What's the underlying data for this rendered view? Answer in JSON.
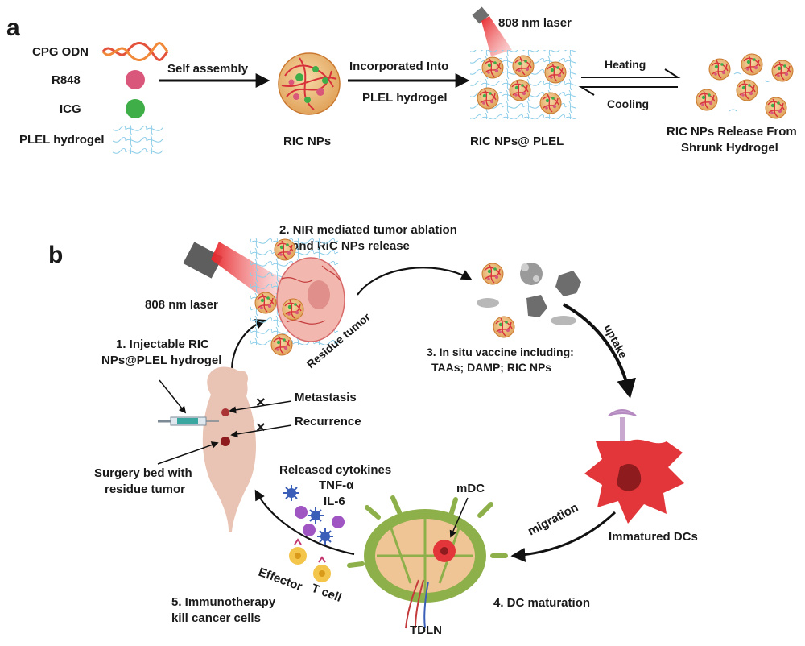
{
  "panel_a": {
    "letter": "a",
    "components": {
      "cpg": "CPG ODN",
      "r848": "R848",
      "icg": "ICG",
      "plel": "PLEL hydrogel"
    },
    "self_assembly": "Self assembly",
    "ric_nps": "RIC NPs",
    "incorporated_line1": "Incorporated  Into",
    "incorporated_line2": "PLEL hydrogel",
    "laser": "808 nm laser",
    "ric_plel": "RIC NPs@ PLEL",
    "heating": "Heating",
    "cooling": "Cooling",
    "release_line1": "RIC NPs Release From",
    "release_line2": "Shrunk Hydrogel"
  },
  "panel_b": {
    "letter": "b",
    "step2_line1": "2. NIR mediated tumor ablation",
    "step2_line2": "and RIC NPs release",
    "laser": "808 nm laser",
    "residue_tumor": "Residue tumor",
    "step1_line1": "1. Injectable RIC",
    "step1_line2": "NPs@PLEL hydrogel",
    "metastasis": "Metastasis",
    "recurrence": "Recurrence",
    "surgery_line1": "Surgery bed with",
    "surgery_line2": "residue tumor",
    "step3_line1": "3. In situ vaccine including:",
    "step3_line2": "TAAs; DAMP; RIC NPs",
    "uptake": "uptake",
    "immatured": "Immatured DCs",
    "migration": "migration",
    "cytokines": "Released cytokines",
    "tnf": "TNF-α",
    "il6": "IL-6",
    "mdc": "mDC",
    "effector": "Effector",
    "tcell": "T cell",
    "step4": "4. DC maturation",
    "tdln": "TDLN",
    "step5_line1": "5. Immunotherapy",
    "step5_line2": "kill cancer cells"
  },
  "colors": {
    "laser_beam": "#e8262a",
    "r848": "#d9577a",
    "icg": "#3fae49",
    "hydrogel": "#8ccde8",
    "dc": "#e2363a",
    "node_green": "#8db04a",
    "mouse": "#e9c4b4"
  }
}
